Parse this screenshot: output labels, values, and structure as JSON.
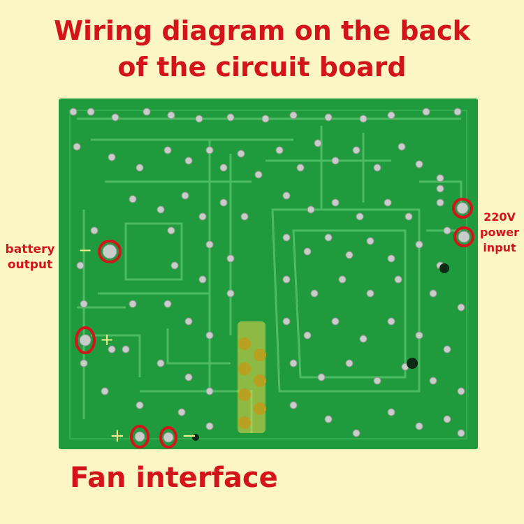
{
  "title": {
    "line1": "Wiring diagram on the back",
    "line2": "of the circuit board"
  },
  "labels": {
    "battery_output": [
      "battery",
      "output"
    ],
    "power_input": [
      "220V",
      "power",
      "input"
    ],
    "fan_interface": "Fan interface"
  },
  "polarity": {
    "battery_negative": "−",
    "battery_positive": "+",
    "fan_positive": "+",
    "fan_negative": "−"
  },
  "colors": {
    "background": "#fbf6c4",
    "board": "#1f9a3c",
    "trace": "#55c26a",
    "pad": "#c9cdc9",
    "label_red": "#d4141b",
    "polarity_yellow": "#f5f08a"
  }
}
